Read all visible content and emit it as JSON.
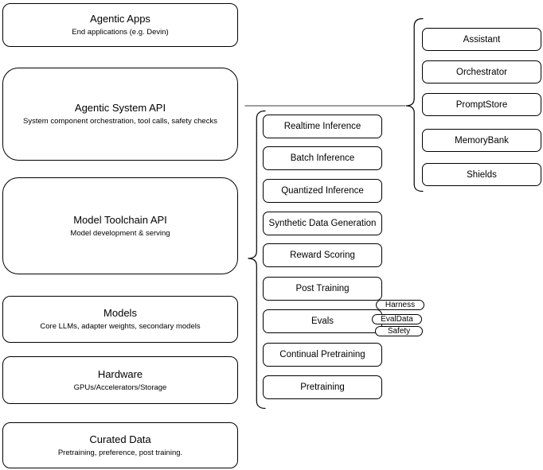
{
  "left_stack": [
    {
      "title": "Agentic Apps",
      "subtitle": "End applications (e.g. Devin)"
    },
    {
      "title": "Agentic System API",
      "subtitle": "System component orchestration, tool calls, safety checks"
    },
    {
      "title": "Model Toolchain API",
      "subtitle": "Model development & serving"
    },
    {
      "title": "Models",
      "subtitle": "Core LLMs, adapter weights, secondary models"
    },
    {
      "title": "Hardware",
      "subtitle": "GPUs/Accelerators/Storage"
    },
    {
      "title": "Curated Data",
      "subtitle": "Pretraining, preference, post training."
    }
  ],
  "toolchain": {
    "items": [
      "Realtime Inference",
      "Batch Inference",
      "Quantized Inference",
      "Synthetic Data Generation",
      "Reward Scoring",
      "Post Training",
      "Evals",
      "Continual Pretraining",
      "Pretraining"
    ]
  },
  "evals_tags": [
    "Harness",
    "EvalData",
    "Safety"
  ],
  "system_components": [
    "Assistant",
    "Orchestrator",
    "PromptStore",
    "MemoryBank",
    "Shields"
  ],
  "colors": {
    "stroke": "#000000",
    "connector": "#3d3d3d",
    "background": "#ffffff",
    "text": "#000000"
  }
}
